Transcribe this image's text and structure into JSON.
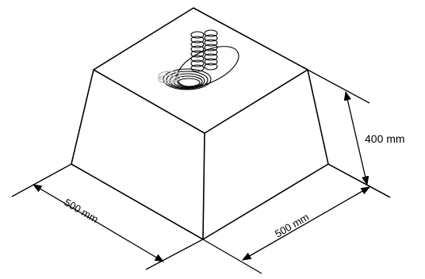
{
  "diagram": {
    "colors": {
      "line": "#000000",
      "background": "#ffffff",
      "coil_shadow": "#bfbfbf"
    },
    "dimensions": {
      "height_label": "400 mm",
      "left_base_label": "500 mm",
      "right_base_label": "500 mm"
    },
    "object": "frustum-base-with-coiled-cable"
  }
}
